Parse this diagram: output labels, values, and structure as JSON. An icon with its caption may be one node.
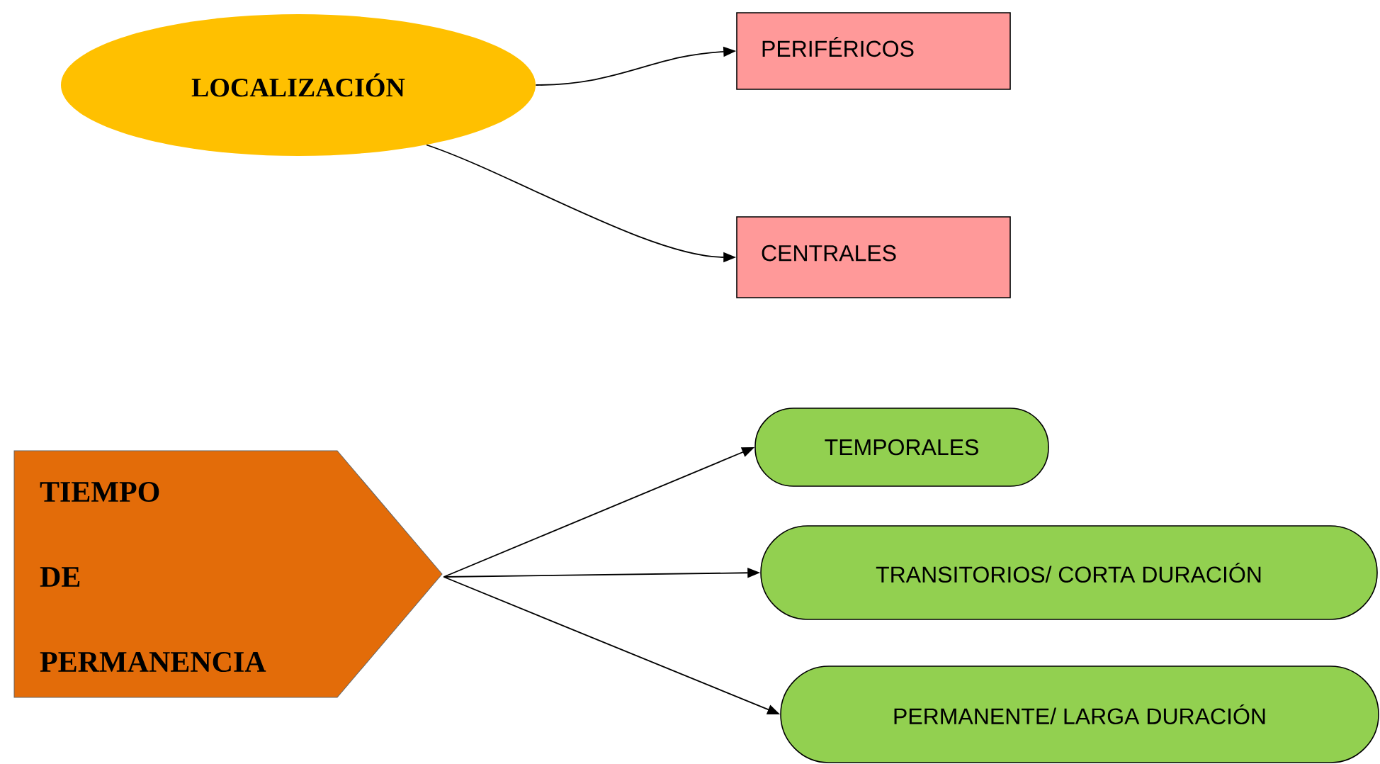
{
  "diagram": {
    "nodes": [
      {
        "text": [
          "LOCALIZACIÓN"
        ]
      },
      {
        "text": [
          "PERIFÉRICOS"
        ]
      },
      {
        "text": [
          "CENTRALES"
        ]
      },
      {
        "text": [
          "TIEMPO DE PERMANENCIA"
        ]
      },
      {
        "text": [
          "TEMPORALES"
        ]
      },
      {
        "text": [
          "TRANSITORIOS/ CORTA DURACIÓN"
        ]
      },
      {
        "text": [
          "PERMANENTE/ LARGA DURACIÓN"
        ]
      }
    ],
    "edges": [
      {
        "from": 0,
        "to": 1,
        "arrow": "to"
      },
      {
        "from": 0,
        "to": 2,
        "arrow": "to"
      },
      {
        "from": 3,
        "to": 4,
        "arrow": "to"
      },
      {
        "from": 3,
        "to": 5,
        "arrow": "to"
      },
      {
        "from": 3,
        "to": 6,
        "arrow": "to"
      }
    ]
  }
}
